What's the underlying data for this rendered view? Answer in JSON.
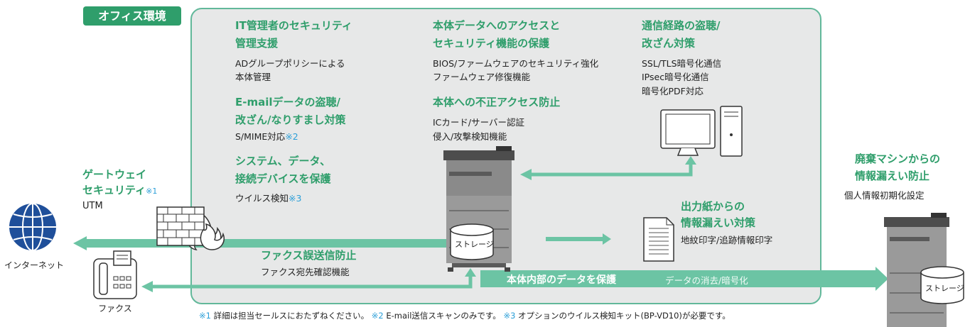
{
  "office_label": "オフィス環境",
  "col1": {
    "h1": "IT管理者のセキュリティ",
    "h2": "管理支援",
    "d1": "ADグループポリシーによる",
    "d2": "本体管理",
    "email_h1": "E-mailデータの盗聴/",
    "email_h2": "改ざん/なりすまし対策",
    "email_d": "S/MIME対応",
    "email_note": "※2",
    "sys_h1": "システム、データ、",
    "sys_h2": "接続デバイスを保護",
    "sys_d": "ウイルス検知",
    "sys_note": "※3"
  },
  "col2": {
    "h1": "本体データへのアクセスと",
    "h2": "セキュリティ機能の保護",
    "d1": "BIOS/ファームウェアのセキュリティ強化",
    "d2": "ファームウェア修復機能",
    "acc_h": "本体への不正アクセス防止",
    "acc_d1": "ICカード/サーバー認証",
    "acc_d2": "侵入/攻撃検知機能"
  },
  "col3": {
    "h1": "通信経路の盗聴/",
    "h2": "改ざん対策",
    "d1": "SSL/TLS暗号化通信",
    "d2": "IPsec暗号化通信",
    "d3": "暗号化PDF対応"
  },
  "gateway": {
    "h1": "ゲートウェイ",
    "h2": "セキュリティ",
    "note": "※1",
    "d": "UTM"
  },
  "internet_label": "インターネット",
  "fax_label": "ファクス",
  "fax_mis": {
    "h": "ファクス誤送信防止",
    "d": "ファクス宛先確認機能"
  },
  "output": {
    "h1": "出力紙からの",
    "h2": "情報漏えい対策",
    "d": "地紋印字/追跡情報印字"
  },
  "storage_label": "ストレージ",
  "internal": {
    "h": "本体内部のデータを保護",
    "d": "データの消去/暗号化"
  },
  "disposal": {
    "h1": "廃棄マシンからの",
    "h2": "情報漏えい防止",
    "d": "個人情報初期化設定"
  },
  "footnote": {
    "n1": "※1",
    "t1": " 詳細は担当セールスにおたずねください。",
    "n2": "※2",
    "t2": " E-mail送信スキャンのみです。",
    "n3": "※3",
    "t3": " オプションのウイルス検知キット(BP-VD10)が必要です。"
  },
  "colors": {
    "green": "#2f9e6b",
    "arrow": "#6cc4a4",
    "note_blue": "#2c9fd8",
    "box_bg": "#e7e8e8"
  }
}
